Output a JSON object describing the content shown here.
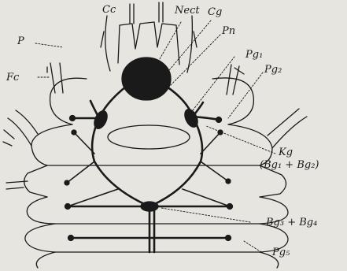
{
  "figure": {
    "background_color": "#e6e5df",
    "ink_color": "#1a1a1a",
    "labels": {
      "cc": "Cc",
      "nect": "Nect",
      "cg": "Cg",
      "p": "P",
      "pn": "Pn",
      "pg1": "Pg₁",
      "pg2": "Pg₂",
      "fc": "Fc",
      "kg": "Kg",
      "kg_sub": "(Bg₁ + Bg₂)",
      "bg34": "Bg₃ + Bg₄",
      "pg5": "Pg₅"
    }
  }
}
